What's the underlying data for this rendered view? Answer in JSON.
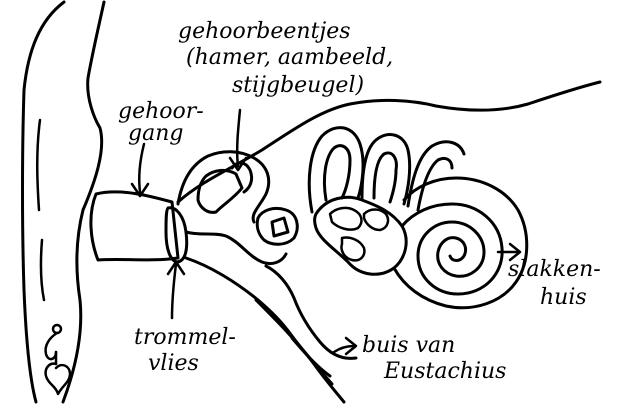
{
  "labels": {
    "gehoorbeentjes_1": "gehoorbeentjes",
    "gehoorbeentjes_2": "(hamer, aambeeld,",
    "gehoorbeentjes_3": "stijgbeugel)",
    "gehoorgang_1": "gehoor-",
    "gehoorgang_2": "gang",
    "trommelvlies_1": "trommel-",
    "trommelvlies_2": "vlies",
    "buis_1": "buis van",
    "buis_2": "Eustachius",
    "slakkenhuis_1": "slakken-",
    "slakkenhuis_2": "huis"
  },
  "icons": {
    "earring": "heart-earring-icon"
  }
}
